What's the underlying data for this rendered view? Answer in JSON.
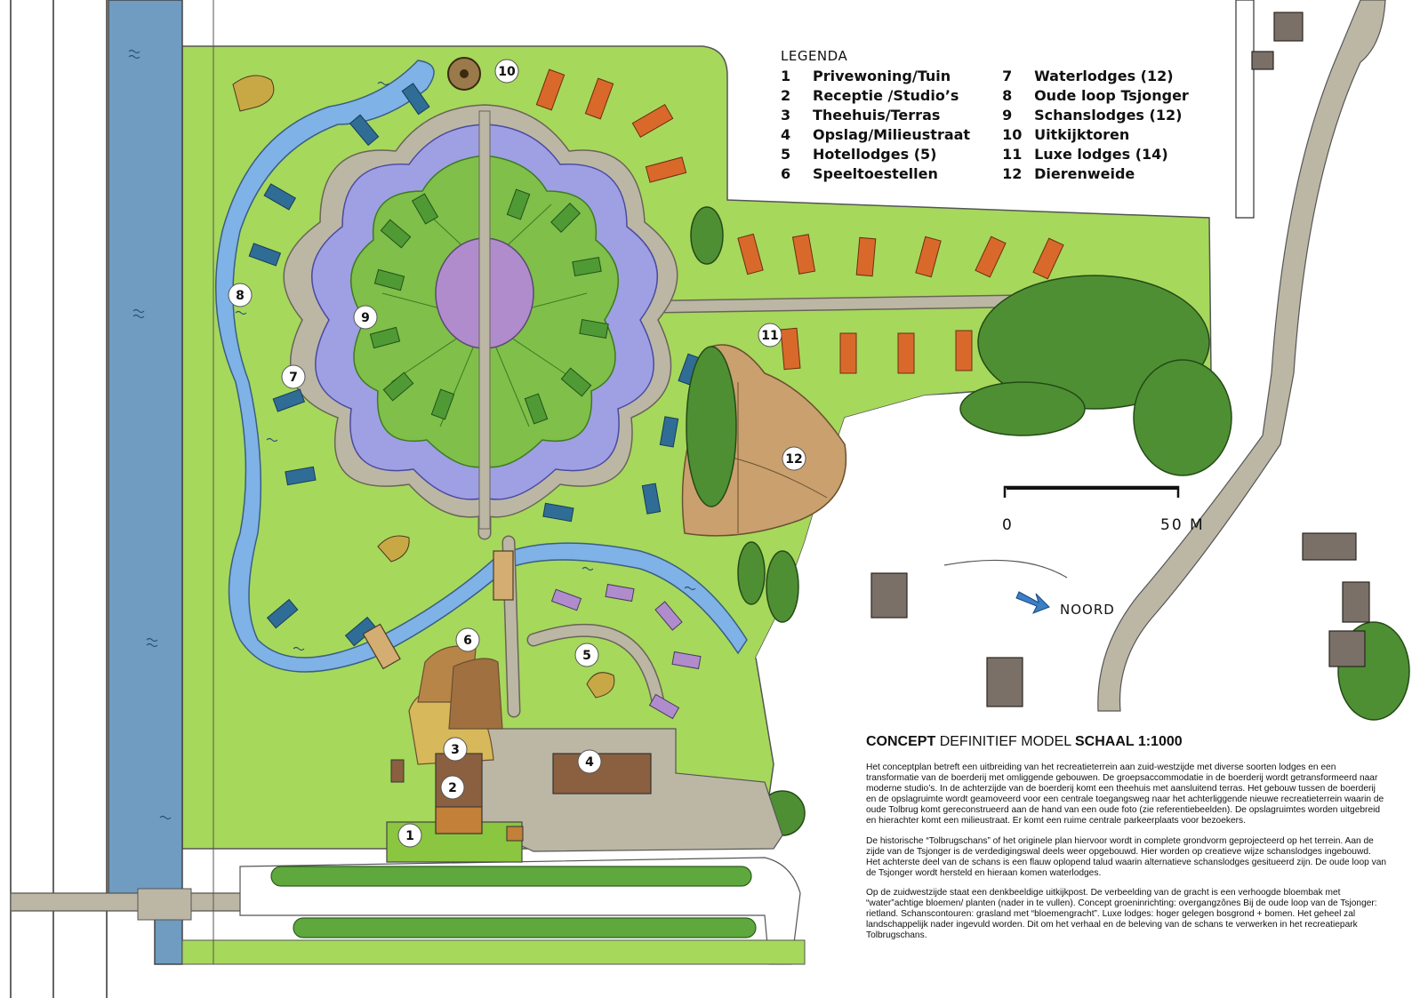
{
  "legend": {
    "title": "LEGENDA",
    "items": [
      {
        "num": "1",
        "label": "Privewoning/Tuin"
      },
      {
        "num": "2",
        "label": "Receptie /Studio’s"
      },
      {
        "num": "3",
        "label": "Theehuis/Terras"
      },
      {
        "num": "4",
        "label": "Opslag/Milieustraat"
      },
      {
        "num": "5",
        "label": "Hotellodges (5)"
      },
      {
        "num": "6",
        "label": "Speeltoestellen"
      },
      {
        "num": "7",
        "label": "Waterlodges (12)"
      },
      {
        "num": "8",
        "label": "Oude loop Tsjonger"
      },
      {
        "num": "9",
        "label": "Schanslodges (12)"
      },
      {
        "num": "10",
        "label": "Uitkijktoren"
      },
      {
        "num": "11",
        "label": "Luxe lodges (14)"
      },
      {
        "num": "12",
        "label": "Dierenweide"
      }
    ]
  },
  "markers": [
    "1",
    "2",
    "3",
    "4",
    "5",
    "6",
    "7",
    "8",
    "9",
    "10",
    "11",
    "12"
  ],
  "scale_bar": {
    "start": "0",
    "end": "50 M"
  },
  "north_label": "NOORD",
  "concept": {
    "title_bold": "CONCEPT",
    "title_mid": "DEFINITIEF MODEL",
    "title_scale": "SCHAAL 1:1000",
    "paragraphs": [
      "Het conceptplan betreft een uitbreiding van het recreatieterrein aan zuid-westzijde met diverse soorten lodges en een transformatie van de boerderij met omliggende gebouwen. De groepsaccommodatie in de boerderij wordt getransformeerd naar moderne studio’s. In de achterzijde van de boerderij komt een theehuis met aansluitend terras. Het gebouw tussen de boerderij en de opslagruimte wordt geamoveerd voor een centrale toegangsweg naar het achterliggende nieuwe recreatieterrein waarin de oude Tolbrug komt gereconstrueerd aan de hand van een oude foto (zie referentiebeelden). De opslagruimtes worden uitgebreid en hierachter komt een milieustraat. Er komt een ruime centrale parkeerplaats voor bezoekers.",
      "De historische “Tolbrugschans” of het originele plan hiervoor wordt in complete grondvorm geprojecteerd op het terrein. Aan de zijde van de Tsjonger is de verdedigingswal deels weer opgebouwd. Hier worden op creatieve wijze schanslodges ingebouwd. Het achterste deel van de schans is een flauw oplopend talud waarin alternatieve schanslodges gesitueerd zijn. De oude loop van de Tsjonger wordt hersteld en hieraan komen waterlodges.",
      "Op de zuidwestzijde staat een denkbeeldige uitkijkpost. De verbeelding van de gracht is een verhoogde bloembak met “water”achtige bloemen/ planten (nader in te vullen). Concept groeninrichting: overgangzônes  Bij de oude loop van de Tsjonger: rietland. Schanscontouren: grasland met “bloemengracht”. Luxe lodges: hoger gelegen bosgrond + bomen. Het geheel zal landschappelijk nader ingevuld worden. Dit om het verhaal en de beleving van de schans te verwerken in het recreatiepark Tolbrugschans."
    ]
  },
  "colors": {
    "grass": "#a6d85c",
    "grass_light": "#c2e27e",
    "canal": "#6f9cc0",
    "river": "#7fb2e6",
    "moat": "#9f9fe3",
    "center": "#b08ccd",
    "path": "#bcb7a5",
    "path_edge": "#6a6458",
    "water_lodge": "#2f6d96",
    "luxe_lodge": "#d9692b",
    "schans_lodge": "#4f9a34",
    "hotel_lodge": "#b08ccd",
    "building": "#7a7068",
    "dierenweide": "#c9a06e",
    "trees": "#4e8f34"
  }
}
